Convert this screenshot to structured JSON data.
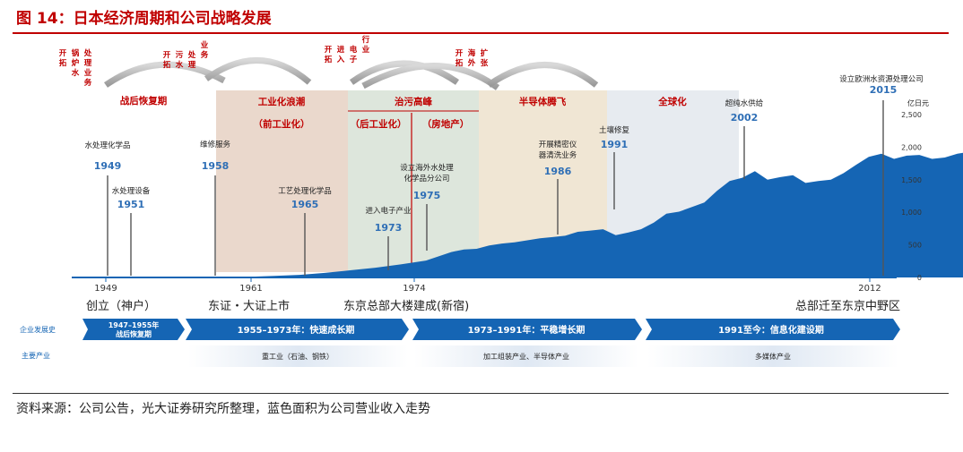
{
  "title": "图 14：日本经济周期和公司战略发展",
  "source": "资料来源：公司公告，光大证券研究所整理，蓝色面积为公司营业收入走势",
  "colors": {
    "title": "#c00000",
    "area": "#1565b4",
    "year": "#2f6fb6",
    "arrow": "#1874cd",
    "phase_band": "#dfe8f3"
  },
  "phases": [
    {
      "label": "战后恢复期"
    },
    {
      "label": "工业化浪潮",
      "sub": "（前工业化）",
      "color": "#ead8cc"
    },
    {
      "label": "治污高峰",
      "sub_left": "（后工业化）",
      "sub_right": "（房地产）",
      "color": "#dde6dc"
    },
    {
      "label": "半导体腾飞",
      "color": "#f0e6d4"
    },
    {
      "label": "全球化",
      "color": "#e7ebf0"
    }
  ],
  "strategy_tags": [
    "开拓锅炉水处理业务",
    "开拓污水处理业务",
    "开拓进入电子行业",
    "开拓海外扩张"
  ],
  "events": [
    {
      "year": "1949",
      "label": "水处理化学品"
    },
    {
      "year": "1951",
      "label": "水处理设备"
    },
    {
      "year": "1958",
      "label": "维修服务"
    },
    {
      "year": "1965",
      "label": "工艺处理化学品"
    },
    {
      "year": "1973",
      "label": "进入电子产业"
    },
    {
      "year": "1975",
      "label": "设立海外水处理化学品分公司"
    },
    {
      "year": "1986",
      "label": "开展精密仪器清洗业务"
    },
    {
      "year": "1991",
      "label": "土壤修复"
    },
    {
      "year": "2002",
      "label": "超纯水供给"
    },
    {
      "year": "2015",
      "label": "设立欧洲水资源处理公司"
    }
  ],
  "milestones": [
    {
      "label": "创立（神户）"
    },
    {
      "label": "东证・大证上市"
    },
    {
      "label": "东京总部大楼建成(新宿)"
    },
    {
      "label": "总部迁至东京中野区"
    }
  ],
  "company_history": {
    "row_label": "企业发展史",
    "periods": [
      "1947–1955年 战后恢复期",
      "1955–1973年：快速成长期",
      "1973–1991年：平稳增长期",
      "1991至今：信息化建设期"
    ]
  },
  "industries": {
    "row_label": "主要产业",
    "items": [
      "重工业（石油、钢铁）",
      "加工组装产业、半导体产业",
      "多媒体产业"
    ]
  },
  "chart_data": {
    "type": "area",
    "x_tick_labels": [
      "1949",
      "1961",
      "1974",
      "2012"
    ],
    "ylabel": "亿日元",
    "ylim": [
      0,
      2500
    ],
    "yticks": [
      "2,500",
      "2,000",
      "1,500",
      "1,000",
      "500",
      "0"
    ],
    "x": [
      1958,
      1960,
      1962,
      1964,
      1966,
      1968,
      1970,
      1972,
      1974,
      1975,
      1976,
      1977,
      1978,
      1979,
      1980,
      1981,
      1982,
      1983,
      1984,
      1985,
      1986,
      1987,
      1988,
      1989,
      1990,
      1991,
      1992,
      1993,
      1994,
      1995,
      1996,
      1997,
      1998,
      1999,
      2000,
      2001,
      2002,
      2003,
      2004,
      2005,
      2006,
      2007,
      2008,
      2009,
      2010,
      2011,
      2012,
      2013,
      2014,
      2015
    ],
    "values": [
      10,
      25,
      40,
      70,
      110,
      150,
      200,
      260,
      390,
      430,
      440,
      490,
      520,
      540,
      570,
      600,
      620,
      640,
      700,
      720,
      740,
      650,
      690,
      740,
      840,
      980,
      1010,
      1080,
      1150,
      1330,
      1480,
      1530,
      1630,
      1500,
      1540,
      1570,
      1450,
      1480,
      1500,
      1600,
      1730,
      1850,
      1900,
      1820,
      1870,
      1880,
      1820,
      1840,
      1900,
      1930
    ]
  }
}
